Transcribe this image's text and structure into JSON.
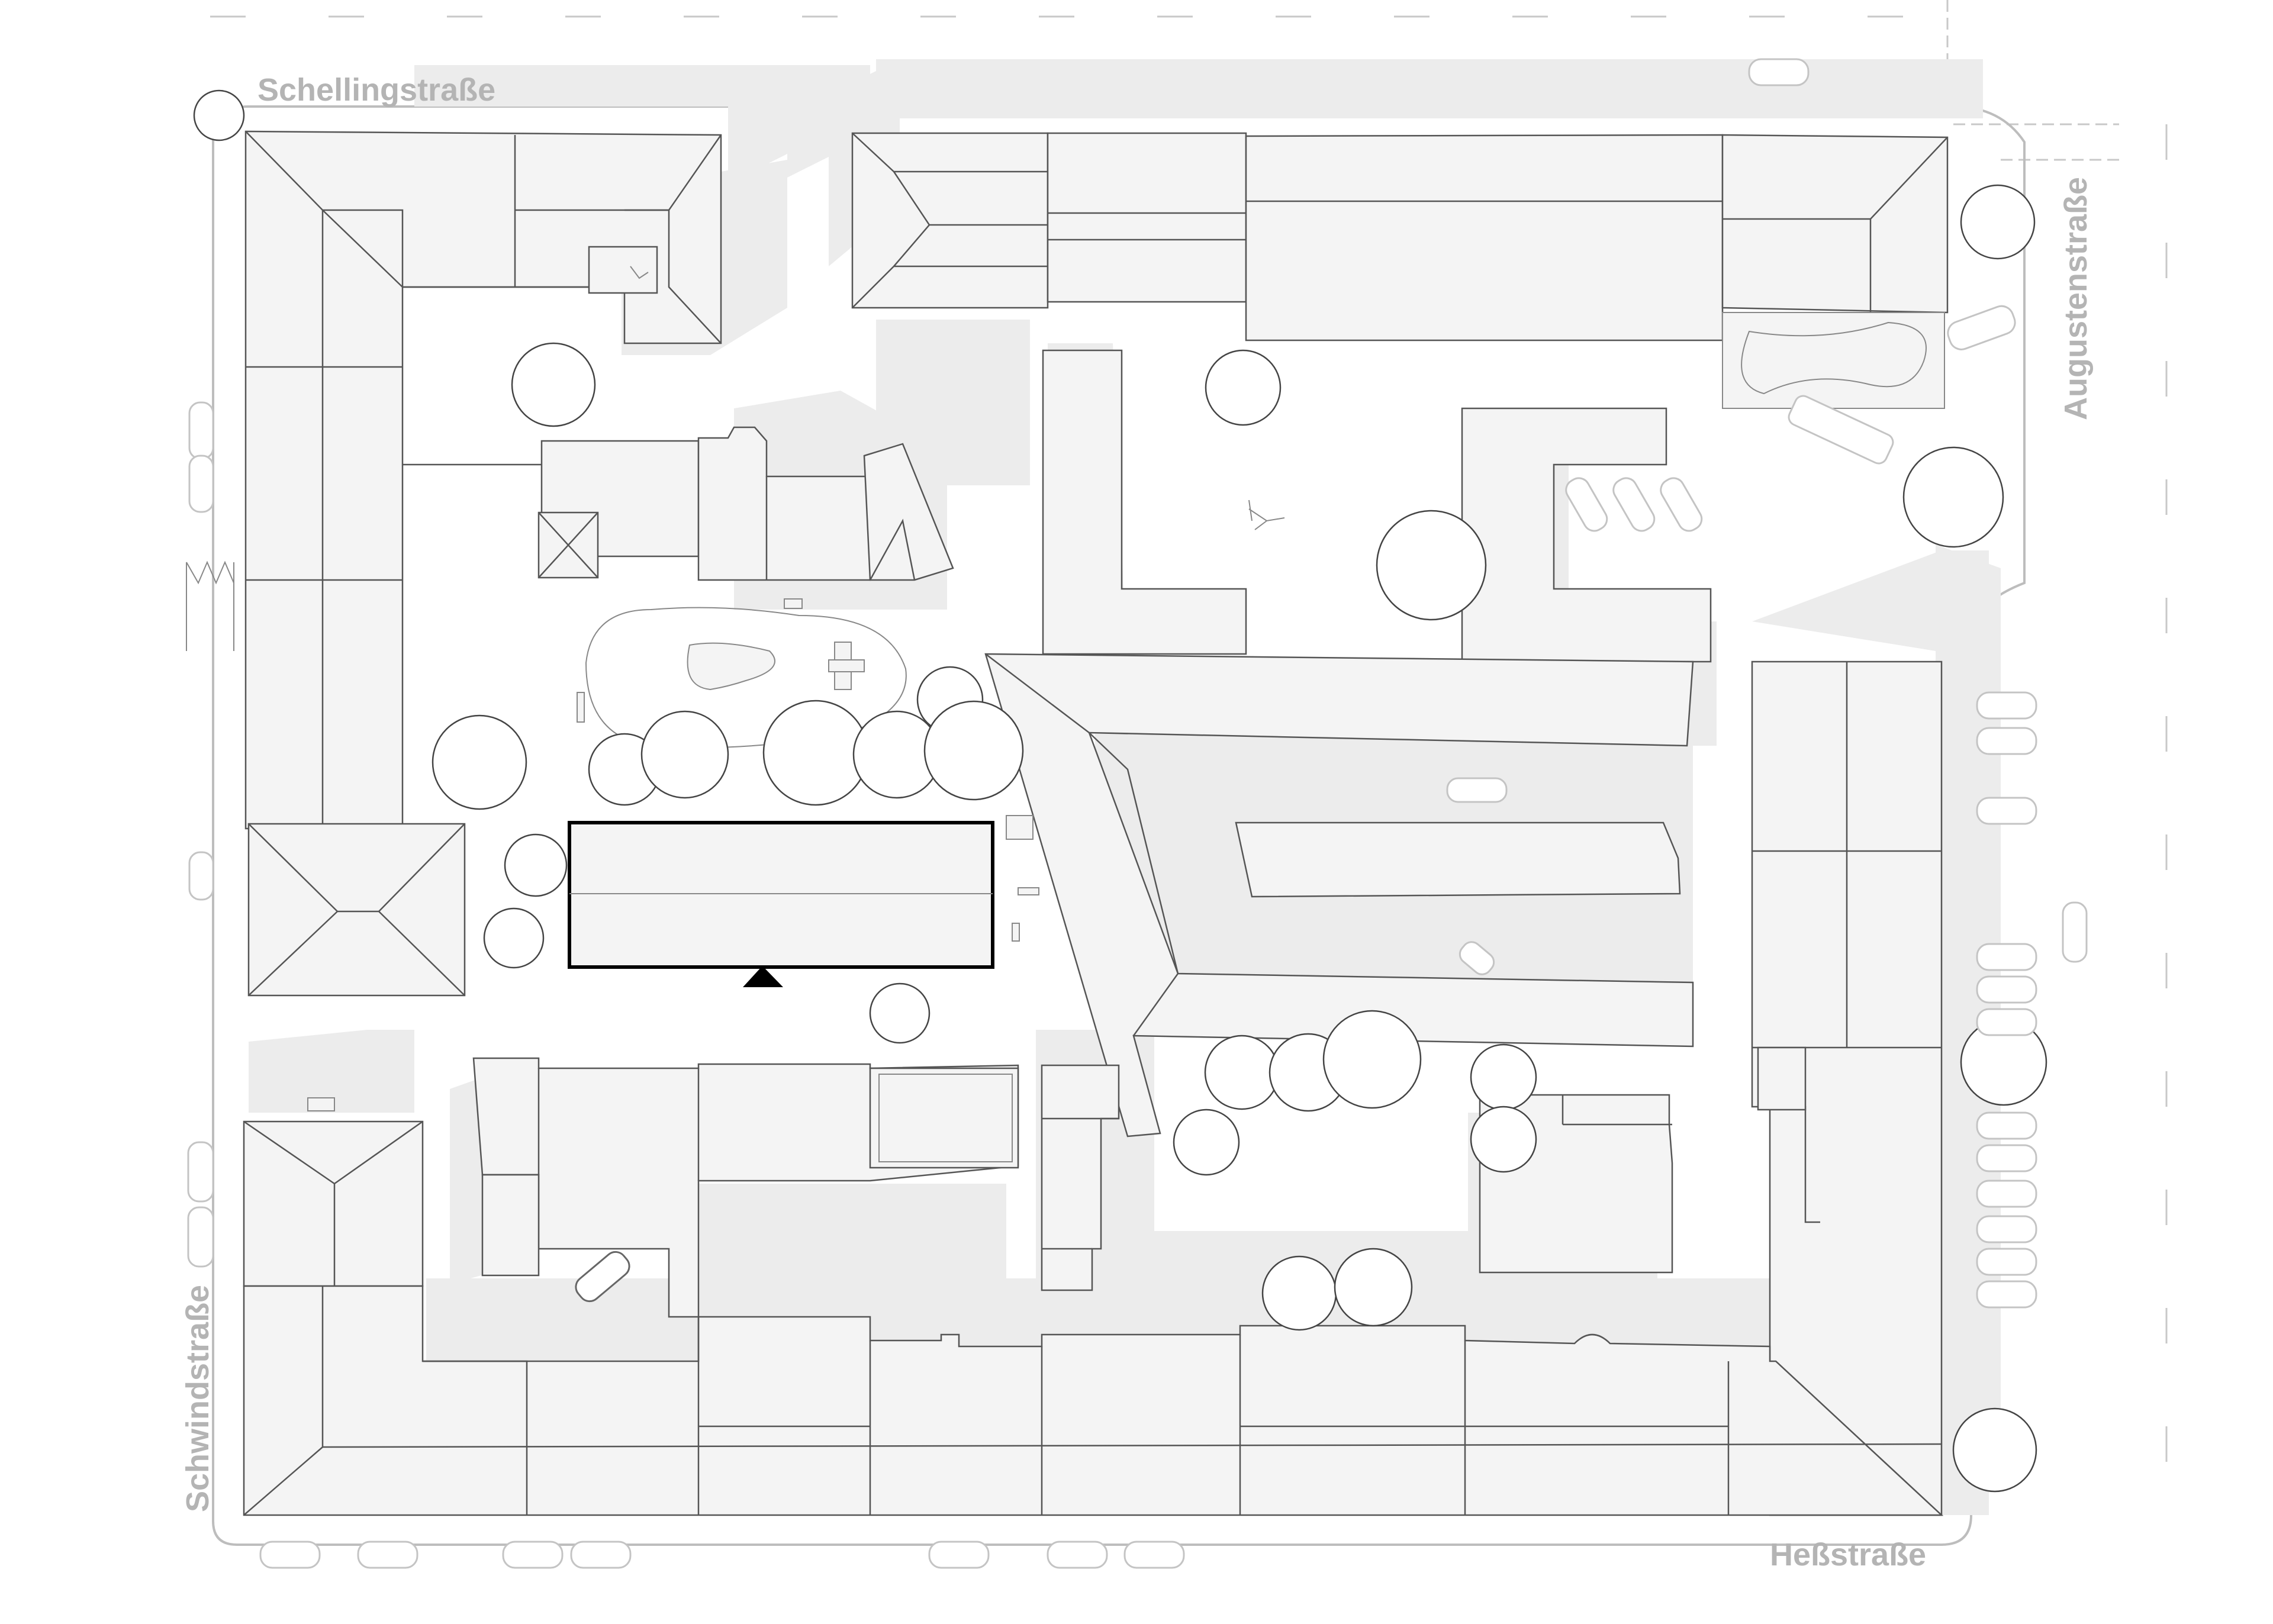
{
  "map": {
    "streets": {
      "north": "Schellingstraße",
      "east": "Augustenstraße",
      "south": "Heßstraße",
      "west": "Schwindstraße"
    },
    "highlighted_building": "project-site",
    "entrance_marker": "triangle"
  }
}
